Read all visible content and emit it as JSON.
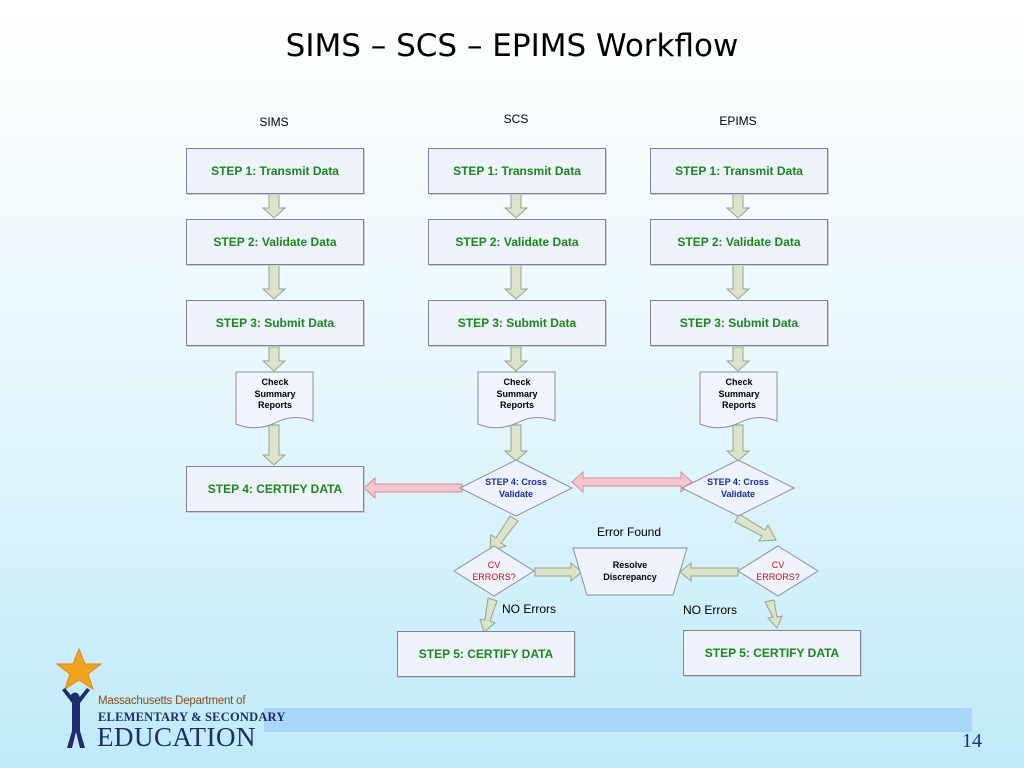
{
  "title": "SIMS – SCS – EPIMS Workflow",
  "columns": {
    "sims": "SIMS",
    "scs": "SCS",
    "epims": "EPIMS"
  },
  "steps": {
    "sims": {
      "step1": "STEP 1: Transmit Data",
      "step2": "STEP 2: Validate Data",
      "step3": "STEP 3: Submit Data",
      "step4": "STEP 4: CERTIFY DATA"
    },
    "scs": {
      "step1": "STEP 1: Transmit Data",
      "step2": "STEP 2: Validate Data",
      "step3": "STEP 3: Submit Data",
      "step4_l1": "STEP 4: Cross",
      "step4_l2": "Validate",
      "step5": "STEP 5: CERTIFY DATA"
    },
    "epims": {
      "step1": "STEP 1: Transmit Data",
      "step2": "STEP 2: Validate Data",
      "step3": "STEP 3: Submit Data",
      "step4_l1": "STEP 4: Cross",
      "step4_l2": "Validate",
      "step5": "STEP 5: CERTIFY DATA"
    }
  },
  "report": {
    "l1": "Check",
    "l2": "Summary",
    "l3": "Reports"
  },
  "cv_errors": {
    "l1": "CV",
    "l2": "ERRORS?"
  },
  "resolve": {
    "l1": "Resolve",
    "l2": "Discrepancy"
  },
  "labels": {
    "error_found": "Error Found",
    "no_errors": "NO Errors"
  },
  "logo": {
    "line1": "Massachusetts Department of",
    "line2": "ELEMENTARY & SECONDARY",
    "line3": "EDUCATION"
  },
  "page_number": "14"
}
